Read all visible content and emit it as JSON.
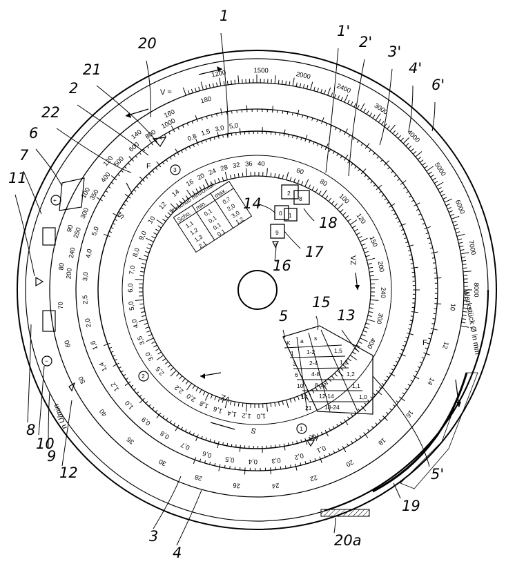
{
  "reference_numerals": [
    {
      "id": "n1",
      "text": "1"
    },
    {
      "id": "n1p",
      "text": "1'"
    },
    {
      "id": "n2p",
      "text": "2'"
    },
    {
      "id": "n3p",
      "text": "3'"
    },
    {
      "id": "n4p",
      "text": "4'"
    },
    {
      "id": "n6p",
      "text": "6'"
    },
    {
      "id": "n20",
      "text": "20"
    },
    {
      "id": "n21",
      "text": "21"
    },
    {
      "id": "n2",
      "text": "2"
    },
    {
      "id": "n22",
      "text": "22"
    },
    {
      "id": "n6",
      "text": "6"
    },
    {
      "id": "n7",
      "text": "7"
    },
    {
      "id": "n11",
      "text": "11"
    },
    {
      "id": "n14",
      "text": "14"
    },
    {
      "id": "n18",
      "text": "18"
    },
    {
      "id": "n17",
      "text": "17"
    },
    {
      "id": "n16",
      "text": "16"
    },
    {
      "id": "n15",
      "text": "15"
    },
    {
      "id": "n13",
      "text": "13"
    },
    {
      "id": "n5",
      "text": "5"
    },
    {
      "id": "n8",
      "text": "8"
    },
    {
      "id": "n10",
      "text": "10"
    },
    {
      "id": "n9",
      "text": "9"
    },
    {
      "id": "n12",
      "text": "12"
    },
    {
      "id": "n5p",
      "text": "5'"
    },
    {
      "id": "n19",
      "text": "19"
    },
    {
      "id": "n3",
      "text": "3"
    },
    {
      "id": "n4",
      "text": "4"
    },
    {
      "id": "n20a",
      "text": "20a"
    }
  ],
  "scales": {
    "speed_scale": [
      "1200",
      "1500",
      "2000",
      "2400",
      "3000",
      "4000",
      "5000",
      "6000",
      "7000",
      "8000"
    ],
    "speed_scale_left": [
      "1000",
      "800",
      "600",
      "500",
      "400",
      "350",
      "300",
      "250",
      "240",
      "200"
    ],
    "diameter_scale": [
      "10",
      "12",
      "14",
      "16",
      "18",
      "20",
      "22",
      "24",
      "26",
      "28",
      "30",
      "35",
      "40",
      "50",
      "60",
      "70",
      "80",
      "90",
      "100",
      "120",
      "140",
      "160",
      "180"
    ],
    "v_scale": [
      "0,8",
      "1,5",
      "3,0",
      "5,0"
    ],
    "inner_ring_top": [
      "40",
      "36",
      "32",
      "28",
      "24",
      "20",
      "16"
    ],
    "inner_ring_right": [
      "60",
      "80",
      "100",
      "120",
      "150",
      "200",
      "240",
      "300",
      "400"
    ],
    "inner_ring_left": [
      "14",
      "12",
      "10",
      "9,0",
      "8,0",
      "7,0",
      "6,0",
      "5,0",
      "4,0",
      "3,5",
      "3,0",
      "2,5"
    ],
    "inner_ring_bottom": [
      "2,2",
      "2,0",
      "1,8",
      "1,6",
      "1,4",
      "1,2",
      "1,0"
    ],
    "lower_feed_scale": [
      "0,1",
      "0,2",
      "0,3",
      "0,4",
      "0,5",
      "0,6",
      "0,7",
      "0,8",
      "0,9",
      "1,0",
      "1,2",
      "1,4",
      "1,6",
      "2,0",
      "2,5",
      "3,0",
      "4,0",
      "5,0"
    ]
  },
  "labels": {
    "vz": "VZ",
    "vz_lower": "VZ",
    "s_upper": "S",
    "s_lower": "S",
    "werkstueck": "Werkstück Ø in mm",
    "drehzahl": "n U/min",
    "v_eq": "V =",
    "f_mark": "F",
    "f_right": "F",
    "kf": "KF",
    "circle_1": "1",
    "circle_2": "2",
    "circle_3": "3",
    "plus": "+",
    "minus": "−"
  },
  "feed_table": {
    "title": "Vorschub mm/Umdr.",
    "header": [
      "Scho.",
      "min.",
      "max."
    ],
    "rows": [
      [
        "1,1",
        "0,1",
        "0,7"
      ],
      [
        "1,2",
        "0,1",
        "2,0"
      ],
      [
        "1,3",
        "0,1",
        "3,0"
      ],
      [
        "2,1",
        "0,1",
        "1,2"
      ]
    ]
  },
  "k_table": {
    "header": [
      "K",
      "a",
      "s"
    ],
    "rows": [
      [
        "1",
        "1-2",
        ""
      ],
      [
        "3",
        "2-4",
        "1,5"
      ],
      [
        "6",
        "4-8",
        "1,3"
      ],
      [
        "10",
        "8-12",
        "1,2"
      ],
      [
        "14",
        "12-14",
        "1,1"
      ],
      [
        "21",
        "18-24",
        "1,0"
      ]
    ]
  },
  "window_digits": [
    "2",
    "8",
    "0",
    "1",
    "9"
  ]
}
